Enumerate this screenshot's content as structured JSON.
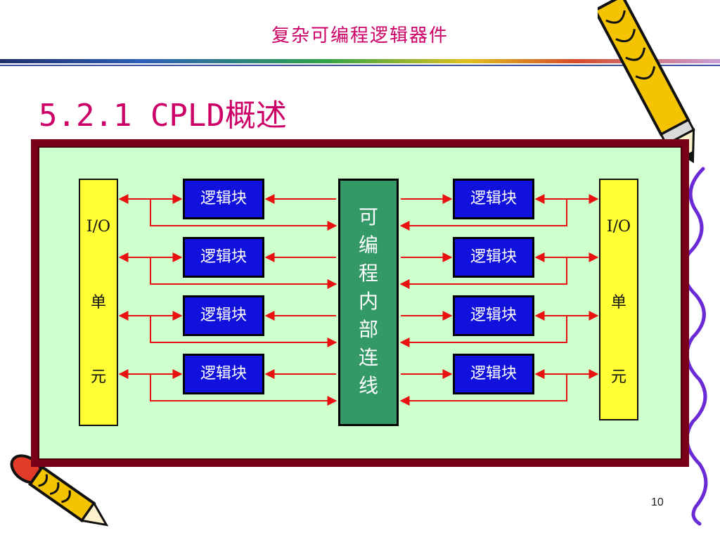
{
  "header": {
    "title": "复杂可编程逻辑器件"
  },
  "section": {
    "title": "5.2.1 CPLD概述"
  },
  "diagram": {
    "left_io": {
      "label": "I/O",
      "chars": [
        "单",
        "元"
      ]
    },
    "right_io": {
      "label": "I/O",
      "chars": [
        "单",
        "元"
      ]
    },
    "logic_block_label": "逻辑块",
    "center_chars": [
      "可",
      "编",
      "程",
      "内",
      "部",
      "连",
      "线"
    ]
  },
  "footer": {
    "page_number": "10"
  },
  "colors": {
    "title_accent": "#cc0066",
    "frame": "#7a0018",
    "background": "#ccffcc",
    "io_box": "#ffff33",
    "logic_block": "#1111dd",
    "interconnect": "#339966",
    "wire": "#e81010"
  },
  "decorations": [
    "pencil-icon",
    "pencil-icon",
    "squiggle-icon"
  ]
}
